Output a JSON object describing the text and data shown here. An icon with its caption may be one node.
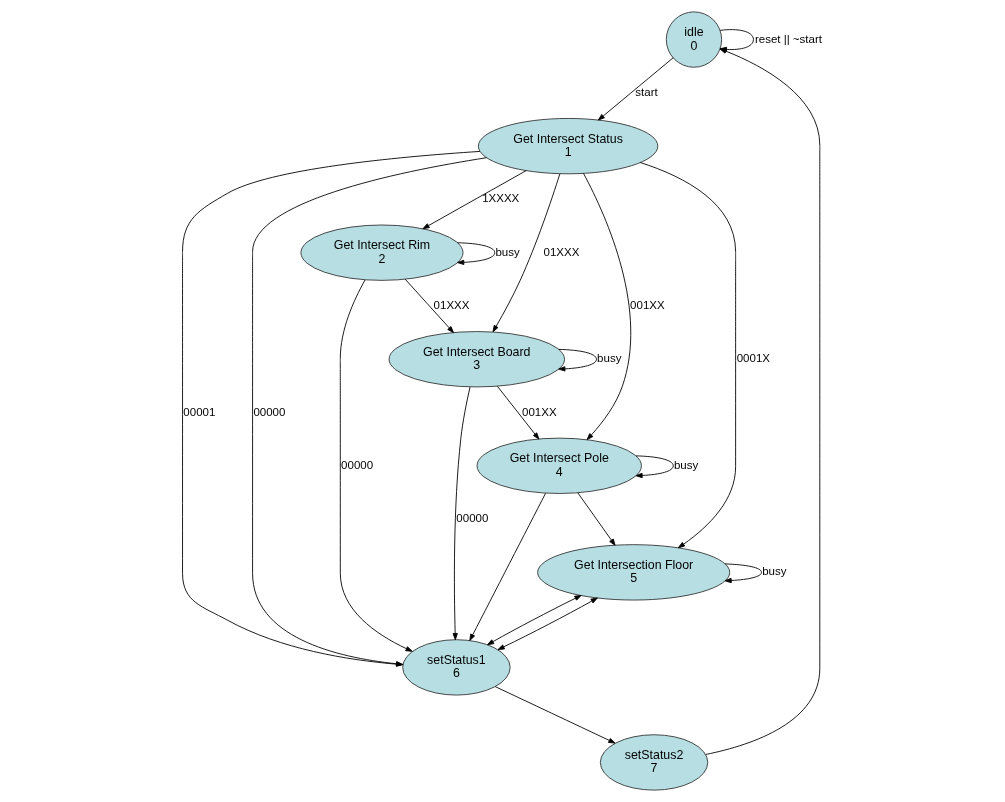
{
  "diagram": {
    "nodes": [
      {
        "text": [
          "idle",
          "0"
        ]
      },
      {
        "text": [
          "Get Intersect Status",
          "1"
        ]
      },
      {
        "text": [
          "Get Intersect Rim",
          "2"
        ]
      },
      {
        "text": [
          "Get Intersect Board",
          "3"
        ]
      },
      {
        "text": [
          "Get Intersect Pole",
          "4"
        ]
      },
      {
        "text": [
          "Get Intersection Floor",
          "5"
        ]
      },
      {
        "text": [
          "setStatus1",
          "6"
        ]
      },
      {
        "text": [
          "setStatus2",
          "7"
        ]
      }
    ],
    "edges": [
      {
        "from": 0,
        "to": 0,
        "arrow": "to",
        "label": "reset || ~start"
      },
      {
        "from": 0,
        "to": 1,
        "arrow": "to",
        "label": "start"
      },
      {
        "from": 7,
        "to": 0,
        "arrow": "to"
      },
      {
        "from": 6,
        "to": 7,
        "arrow": "to"
      },
      {
        "from": 1,
        "to": 6,
        "arrow": "to",
        "label": "00001"
      },
      {
        "from": 1,
        "to": 6,
        "arrow": "to",
        "label": "00000"
      },
      {
        "from": 1,
        "to": 2,
        "arrow": "to",
        "label": "1XXXX"
      },
      {
        "from": 1,
        "to": 3,
        "arrow": "to",
        "label": "01XXX"
      },
      {
        "from": 1,
        "to": 5,
        "arrow": "to",
        "label": "0001X"
      },
      {
        "from": 1,
        "to": 4,
        "arrow": "to",
        "label": "001XX"
      },
      {
        "from": 2,
        "to": 2,
        "arrow": "to",
        "label": "busy"
      },
      {
        "from": 2,
        "to": 3,
        "arrow": "to",
        "label": "01XXX"
      },
      {
        "from": 2,
        "to": 6,
        "arrow": "to",
        "label": "00000"
      },
      {
        "from": 3,
        "to": 3,
        "arrow": "to",
        "label": "busy"
      },
      {
        "from": 3,
        "to": 4,
        "arrow": "to",
        "label": "001XX"
      },
      {
        "from": 3,
        "to": 6,
        "arrow": "to",
        "label": "00000"
      },
      {
        "from": 4,
        "to": 4,
        "arrow": "to",
        "label": "busy"
      },
      {
        "from": 4,
        "to": 5,
        "arrow": "to"
      },
      {
        "from": 4,
        "to": 6,
        "arrow": "to"
      },
      {
        "from": 5,
        "to": 5,
        "arrow": "to",
        "label": "busy"
      },
      {
        "from": 5,
        "to": 6,
        "arrow": "both"
      },
      {
        "from": 5,
        "to": 6,
        "arrow": "both"
      }
    ]
  }
}
